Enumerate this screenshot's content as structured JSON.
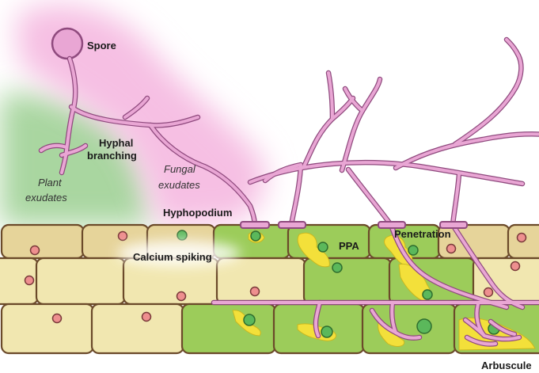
{
  "labels": {
    "spore": "Spore",
    "hyphal_branching_line1": "Hyphal",
    "hyphal_branching_line2": "branching",
    "plant_exudates_line1": "Plant",
    "plant_exudates_line2": "exudates",
    "fungal_exudates_line1": "Fungal",
    "fungal_exudates_line2": "exudates",
    "hyphopodium": "Hyphopodium",
    "calcium_spiking": "Calcium spiking",
    "ppa": "PPA",
    "penetration": "Penetration",
    "arbuscule": "Arbuscule"
  },
  "colors": {
    "hypha_outline": "#8f4a7e",
    "hypha_fill": "#e9a6d4",
    "plant_exudate_cloud": "#a9d6a0",
    "fungal_exudate_cloud": "#f6bfe3",
    "uncolonized_cell": "#f1e7b0",
    "colonized_cell": "#9ccc5a",
    "cell_wall": "#6b4a2a",
    "nucleus_plant": "#ee8f8f",
    "nucleus_colonized": "#5bb85b",
    "ppa_yellow": "#f3e03a"
  }
}
